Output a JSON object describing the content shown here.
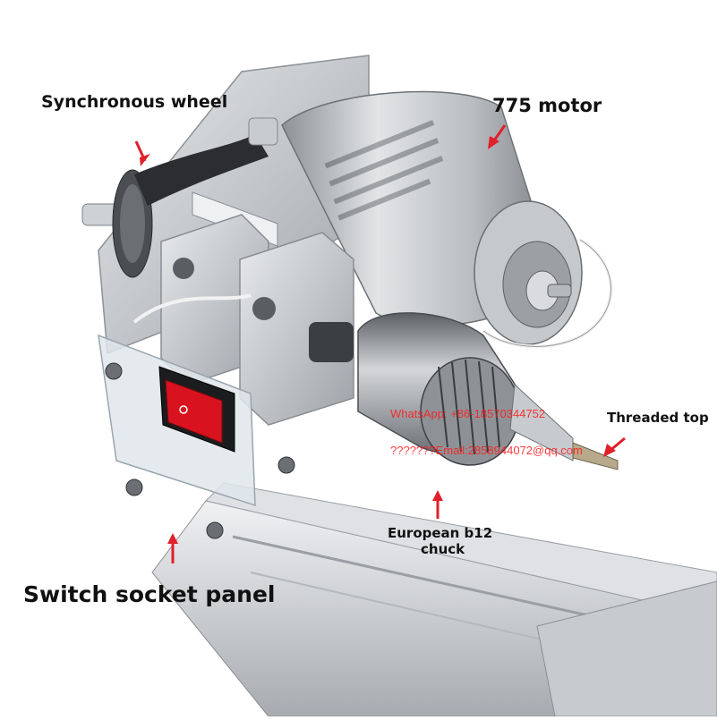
{
  "labels": {
    "synchronous_wheel": "Synchronous wheel",
    "motor": "775 motor",
    "threaded_top": "Threaded top",
    "chuck_line1": "European b12",
    "chuck_line2": "chuck",
    "switch_panel": "Switch socket panel"
  },
  "watermark": {
    "line1": "WhatsApp: +86-18570344752",
    "line2": "???????Email:2858944072@qq.com"
  },
  "colors": {
    "arrow": "#e0202a",
    "watermark": "#ff1a1a",
    "switch": "#d8121e",
    "aluminum": "#c9ccd0"
  }
}
